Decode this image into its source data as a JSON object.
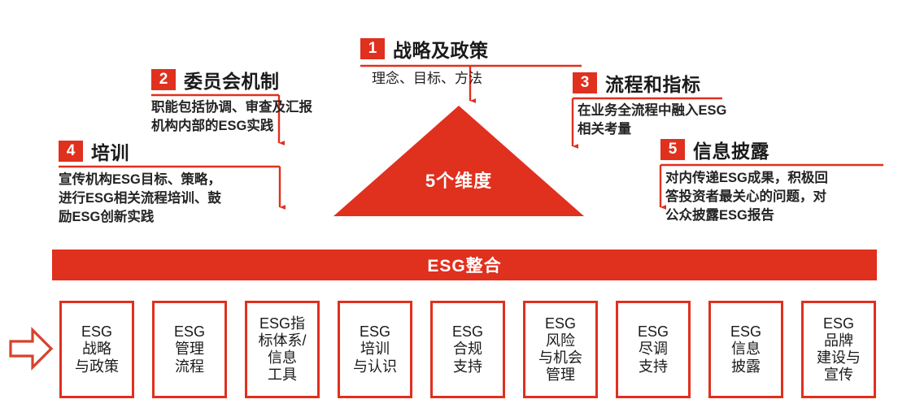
{
  "diagram": {
    "center": {
      "triangle_label": "5个维度",
      "integration_bar": "ESG整合"
    },
    "accent_color": "#e0301e",
    "sections": [
      {
        "number": "1",
        "title": "战略及政策",
        "body": "理念、目标、方法"
      },
      {
        "number": "2",
        "title": "委员会机制",
        "body": "职能包括协调、审查及汇报\n机构内部的ESG实践"
      },
      {
        "number": "3",
        "title": "流程和指标",
        "body": "在业务全流程中融入ESG\n相关考量"
      },
      {
        "number": "4",
        "title": "培训",
        "body": "宣传机构ESG目标、策略，\n进行ESG相关流程培训、鼓\n励ESG创新实践"
      },
      {
        "number": "5",
        "title": "信息披露",
        "body": "对内传递ESG成果，积极回\n答投资者最关心的问题，对\n公众披露ESG报告"
      }
    ],
    "outcome_boxes": [
      {
        "label": "ESG\n战略\n与政策"
      },
      {
        "label": "ESG\n管理\n流程"
      },
      {
        "label": "ESG指\n标体系/\n信息\n工具"
      },
      {
        "label": "ESG\n培训\n与认识"
      },
      {
        "label": "ESG\n合规\n支持"
      },
      {
        "label": "ESG\n风险\n与机会\n管理"
      },
      {
        "label": "ESG\n尽调\n支持"
      },
      {
        "label": "ESG\n信息\n披露"
      },
      {
        "label": "ESG\n品牌\n建设与\n宣传"
      }
    ]
  }
}
